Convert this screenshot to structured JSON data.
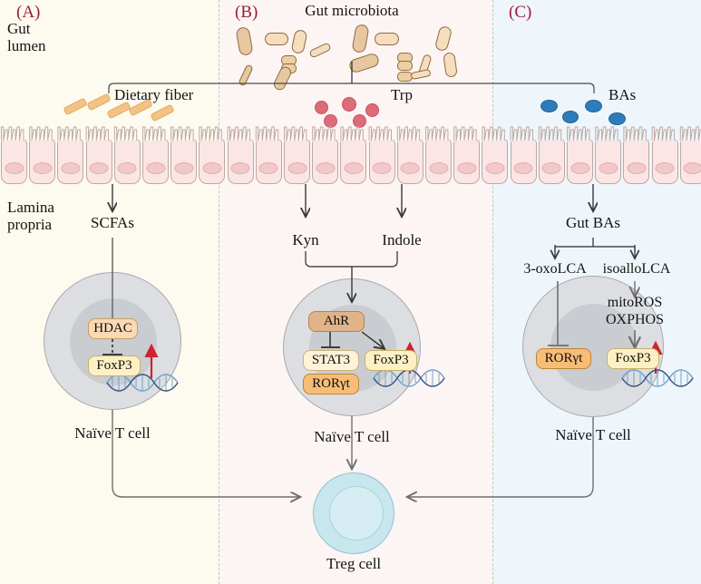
{
  "figure": {
    "panels": [
      {
        "id": "A",
        "label": "(A)",
        "accent": "#9e1b36",
        "background": "#fdfaef"
      },
      {
        "id": "B",
        "label": "(B)",
        "accent": "#9e1b36",
        "background": "#fdf5f4"
      },
      {
        "id": "C",
        "label": "(C)",
        "accent": "#9e1b36",
        "background": "#eef6fb"
      }
    ],
    "regions": {
      "gut_lumen_line1": "Gut",
      "gut_lumen_line2": "lumen",
      "lamina_line1": "Lamina",
      "lamina_line2": "propria"
    },
    "top_label": "Gut microbiota"
  },
  "panelA": {
    "substrate": "Dietary fiber",
    "metabolite": "SCFAs",
    "nodes": [
      {
        "name": "HDAC",
        "color": "#fbd9b4"
      },
      {
        "name": "FoxP3",
        "color": "#fdf0c4"
      }
    ],
    "cell_label": "Naïve T cell"
  },
  "panelB": {
    "substrate": "Trp",
    "metabolites": [
      "Kyn",
      "Indole"
    ],
    "nodes": [
      {
        "name": "AhR",
        "color": "#e0b488"
      },
      {
        "name": "STAT3",
        "color": "#fdf3d8"
      },
      {
        "name": "RORγt",
        "color": "#f7bd76"
      },
      {
        "name": "FoxP3",
        "color": "#fdf0c4"
      }
    ],
    "cell_label": "Naïve T cell"
  },
  "panelC": {
    "substrate": "BAs",
    "metabolite": "Gut BAs",
    "branches": [
      "3-oxoLCA",
      "isoalloLCA"
    ],
    "process_line1": "mitoROS",
    "process_line2": "OXPHOS",
    "nodes": [
      {
        "name": "RORγt",
        "color": "#f7bd76"
      },
      {
        "name": "FoxP3",
        "color": "#fdf0c4"
      }
    ],
    "cell_label": "Naïve T cell"
  },
  "output": {
    "label": "Treg cell",
    "color": "#c8e6ed"
  }
}
